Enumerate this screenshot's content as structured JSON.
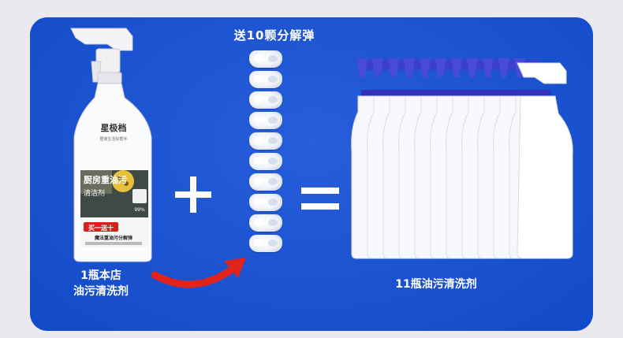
{
  "left_product": {
    "brand_text": "星极档",
    "brand_sub": "居家生活好帮手",
    "label_title": "厨房重油污",
    "label_sub": "清洁剂",
    "badge_percent": "99%",
    "banner_text": "买一送十",
    "banner_line": "魔法重油污分解弹",
    "caption_line1": "1瓶本店",
    "caption_line2": "油污清洗剂"
  },
  "pods": {
    "title": "送10颗分解弹",
    "count": 10
  },
  "result": {
    "bottle_count": 11,
    "caption": "11瓶油污清洗剂"
  },
  "colors": {
    "panel_blue": "#1450d8",
    "arrow_red": "#e0241b",
    "nozzle_blue": "#3b3fd0"
  }
}
